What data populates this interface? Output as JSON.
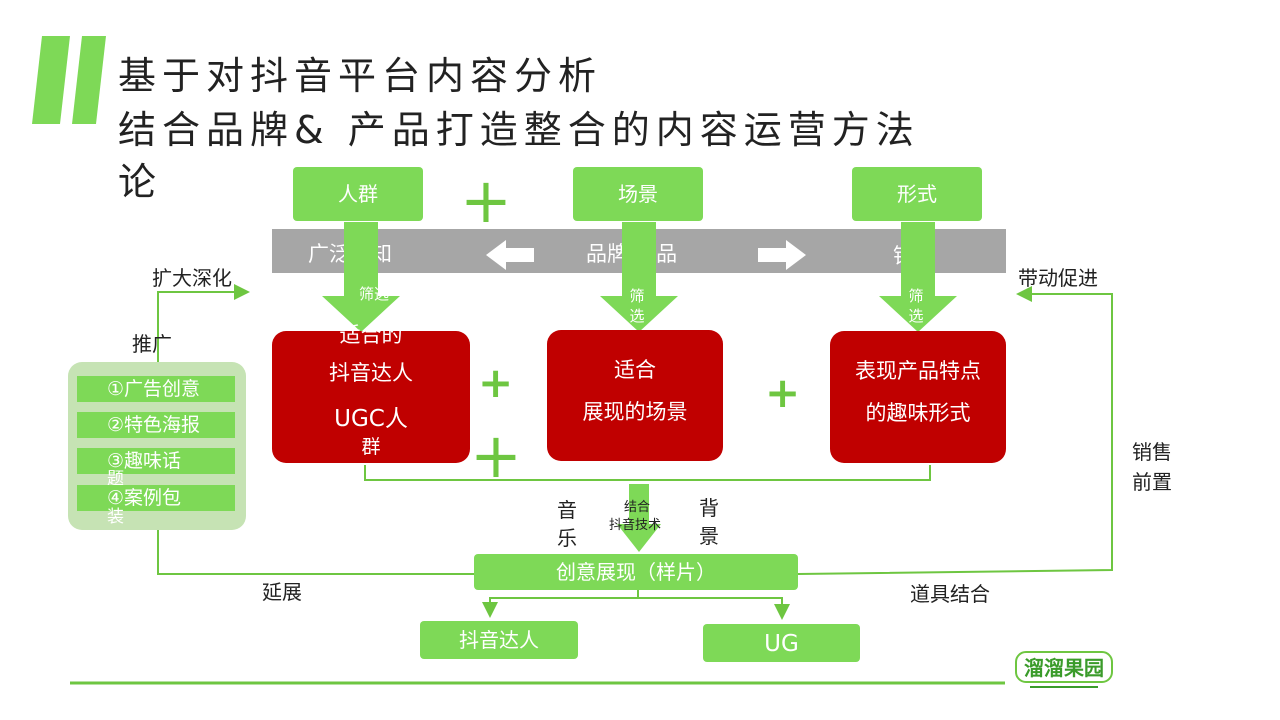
{
  "title": {
    "line1": "基于对抖音平台内容分析",
    "line2": "结合品牌& 产品打造整合的内容运营方法",
    "line3": "论"
  },
  "top_boxes": [
    "人群",
    "场景",
    "形式"
  ],
  "gray_bar": {
    "left": "广泛认知",
    "center": "品牌/产品",
    "right": "销量"
  },
  "filter_label": "筛选",
  "red_boxes": {
    "box1": [
      "适合的",
      "抖音达人",
      "UGC人",
      "群"
    ],
    "box2": [
      "适合",
      "展现的场景"
    ],
    "box3": [
      "表现产品特点",
      "的趣味形式"
    ]
  },
  "side_labels": {
    "expand": "扩大深化",
    "promote": "推广",
    "extend": "延展",
    "drive": "带动促进",
    "sales_pre_1": "销售",
    "sales_pre_2": "前置",
    "props": "道具结合"
  },
  "promo_list": [
    "①广告创意",
    "②特色海报",
    "③趣味话",
    "题",
    "④案例包",
    "装"
  ],
  "middle_labels": {
    "music_1": "音",
    "music_2": "乐",
    "bg_1": "背",
    "bg_2": "景",
    "combine_1": "结合",
    "combine_2": "抖音技术"
  },
  "creative_box": "创意展现（样片）",
  "bottom_boxes": [
    "抖音达人",
    "UG"
  ],
  "logo_text": "溜溜果园",
  "colors": {
    "green": "#7ed957",
    "red": "#c00000",
    "gray": "#a6a6a6",
    "line_green": "#6ec641"
  }
}
